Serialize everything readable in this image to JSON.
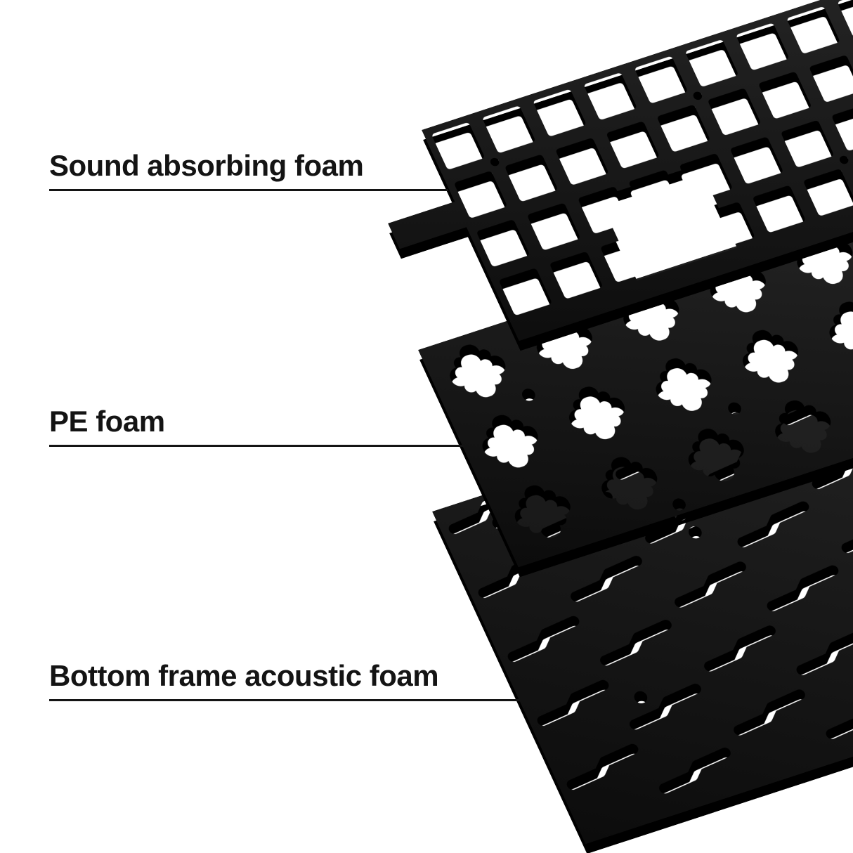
{
  "page": {
    "background": "#ffffff"
  },
  "palette": {
    "foam_surface": "#1c1c1c",
    "foam_edge": "#000000",
    "label_color": "#141414"
  },
  "callouts": [
    {
      "text": "Sound absorbing foam"
    },
    {
      "text": "PE foam"
    },
    {
      "text": "Bottom frame acoustic foam"
    }
  ],
  "layers": [
    {
      "name": "Sound absorbing foam",
      "cutouts": "square switch cutouts"
    },
    {
      "name": "PE foam",
      "cutouts": "clover cross cutouts"
    },
    {
      "name": "Bottom frame acoustic foam",
      "cutouts": "angled slot cutouts"
    }
  ]
}
